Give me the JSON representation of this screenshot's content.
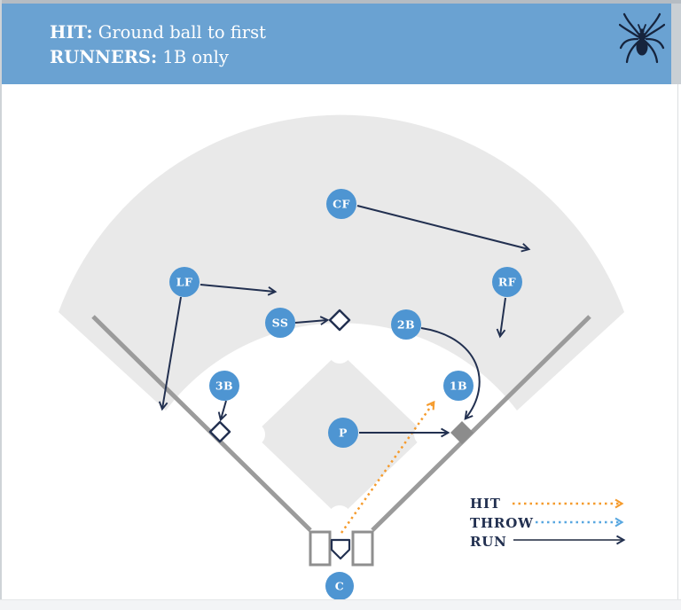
{
  "header": {
    "hit_label": "HIT:",
    "hit_text": "Ground ball to first",
    "runners_label": "RUNNERS:",
    "runners_text": "1B only"
  },
  "players": [
    {
      "label": "CF",
      "position": "center-fielder"
    },
    {
      "label": "LF",
      "position": "left-fielder"
    },
    {
      "label": "RF",
      "position": "right-fielder"
    },
    {
      "label": "SS",
      "position": "shortstop"
    },
    {
      "label": "2B",
      "position": "second-baseman"
    },
    {
      "label": "3B",
      "position": "third-baseman"
    },
    {
      "label": "1B",
      "position": "first-baseman"
    },
    {
      "label": "P",
      "position": "pitcher"
    },
    {
      "label": "C",
      "position": "catcher"
    }
  ],
  "legend": {
    "hit": "HIT",
    "throw": "THROW",
    "run": "RUN"
  },
  "colors": {
    "header_blue": "#6aa2d2",
    "player_blue": "#4e95d2",
    "navy": "#223050",
    "field_gray": "#e9e9e9",
    "foul_line_gray": "#9b9b9b",
    "base_bag_gray": "#8c8c8c",
    "hit_orange": "#f59b2d",
    "throw_blue": "#58a7e0"
  }
}
